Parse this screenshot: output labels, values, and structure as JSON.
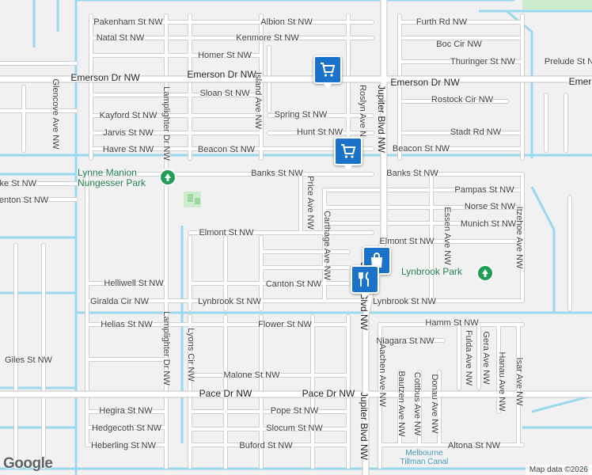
{
  "streets": {
    "pakenham": "Pakenham St NW",
    "albion": "Albion St NW",
    "furth": "Furth Rd NW",
    "natal": "Natal St NW",
    "kenmore": "Kenmore St NW",
    "boc": "Boc Cir NW",
    "homer": "Homer St NW",
    "thuringer": "Thuringer St NW",
    "prelude": "Prelude St N",
    "emerson_left": "Emerson Dr NW",
    "emerson_mid": "Emerson Dr NW",
    "emerson_right": "Emerson Dr NW",
    "emerson_edge": "Emer",
    "sloan": "Sloan St NW",
    "rostock": "Rostock Cir NW",
    "kayford": "Kayford St NW",
    "spring": "Spring St NW",
    "jarvis": "Jarvis St NW",
    "hunt": "Hunt St NW",
    "stadt": "Stadt Rd NW",
    "havre": "Havre St NW",
    "beacon_left": "Beacon St NW",
    "beacon_right": "Beacon St NW",
    "banks_left": "Banks St NW",
    "banks_right": "Banks St NW",
    "pampas": "Pampas St NW",
    "norse": "Norse St NW",
    "munich": "Munich St NW",
    "elmont_left": "Elmont St NW",
    "elmont_right": "Elmont St NW",
    "helliwell": "Helliwell St NW",
    "canton": "Canton St NW",
    "giralda": "Giralda Cir NW",
    "lynbrook_left": "Lynbrook St NW",
    "lynbrook_right": "Lynbrook St NW",
    "helias": "Helias St NW",
    "flower": "Flower St NW",
    "hamm": "Hamm St NW",
    "niagara": "Niagara St NW",
    "giles": "Giles St NW",
    "malone": "Malone St NW",
    "pace_left": "Pace Dr NW",
    "pace_right": "Pace Dr NW",
    "hegira": "Hegira St NW",
    "pope": "Pope St NW",
    "hedgecoth": "Hedgecoth St NW",
    "slocum": "Slocum St NW",
    "heberling": "Heberling St NW",
    "buford": "Buford St NW",
    "altona": "Altona St NW",
    "cke": "cke St NW",
    "enton": "enton St NW",
    "glencove": "Glencove Ave NW",
    "lamplighter_top": "Lamplighter Dr NW",
    "lamplighter_bottom": "Lamplighter Dr NW",
    "island": "Island Ave NW",
    "roslyn": "Roslyn Ave N",
    "jupiter_top": "Jupiter Blvd NW",
    "jupiter_mid": "Jupiter Blvd NW",
    "jupiter_bottom": "Jupiter Blvd NW",
    "price": "Price Ave NW",
    "carthage": "Carthage Ave NW",
    "essen": "Essen Ave NW",
    "itzehoe": "Itzehoe Ave NW",
    "lyons": "Lyons Cir NW",
    "aachen": "Aachen Ave NW",
    "bautzen": "Bautzen Ave NW",
    "cottbus": "Cottbus Ave NW",
    "donau": "Donau Ave NW",
    "fulda": "Fulda Ave NW",
    "gera": "Gera Ave NW",
    "hanau": "Hanau Ave NW",
    "isar": "Isar Ave NW"
  },
  "places": {
    "lynne_manion_park": "Lynne Manion\nNungesser Park",
    "lynbrook_park": "Lynbrook Park",
    "melbourne_tillman_canal": "Melbourne\nTillman Canal"
  },
  "pins": {
    "shopping_cart_1": "shopping-cart-icon",
    "shopping_cart_2": "shopping-cart-icon",
    "shopping_bag": "shopping-bag-icon",
    "restaurant": "restaurant-icon"
  },
  "branding": {
    "logo": "Google",
    "attribution": "Map data ©2026"
  },
  "colors": {
    "water": "#9ad8ee",
    "pin": "#1a73c8",
    "park": "#1f9d55",
    "land": "#f1f1f1"
  }
}
